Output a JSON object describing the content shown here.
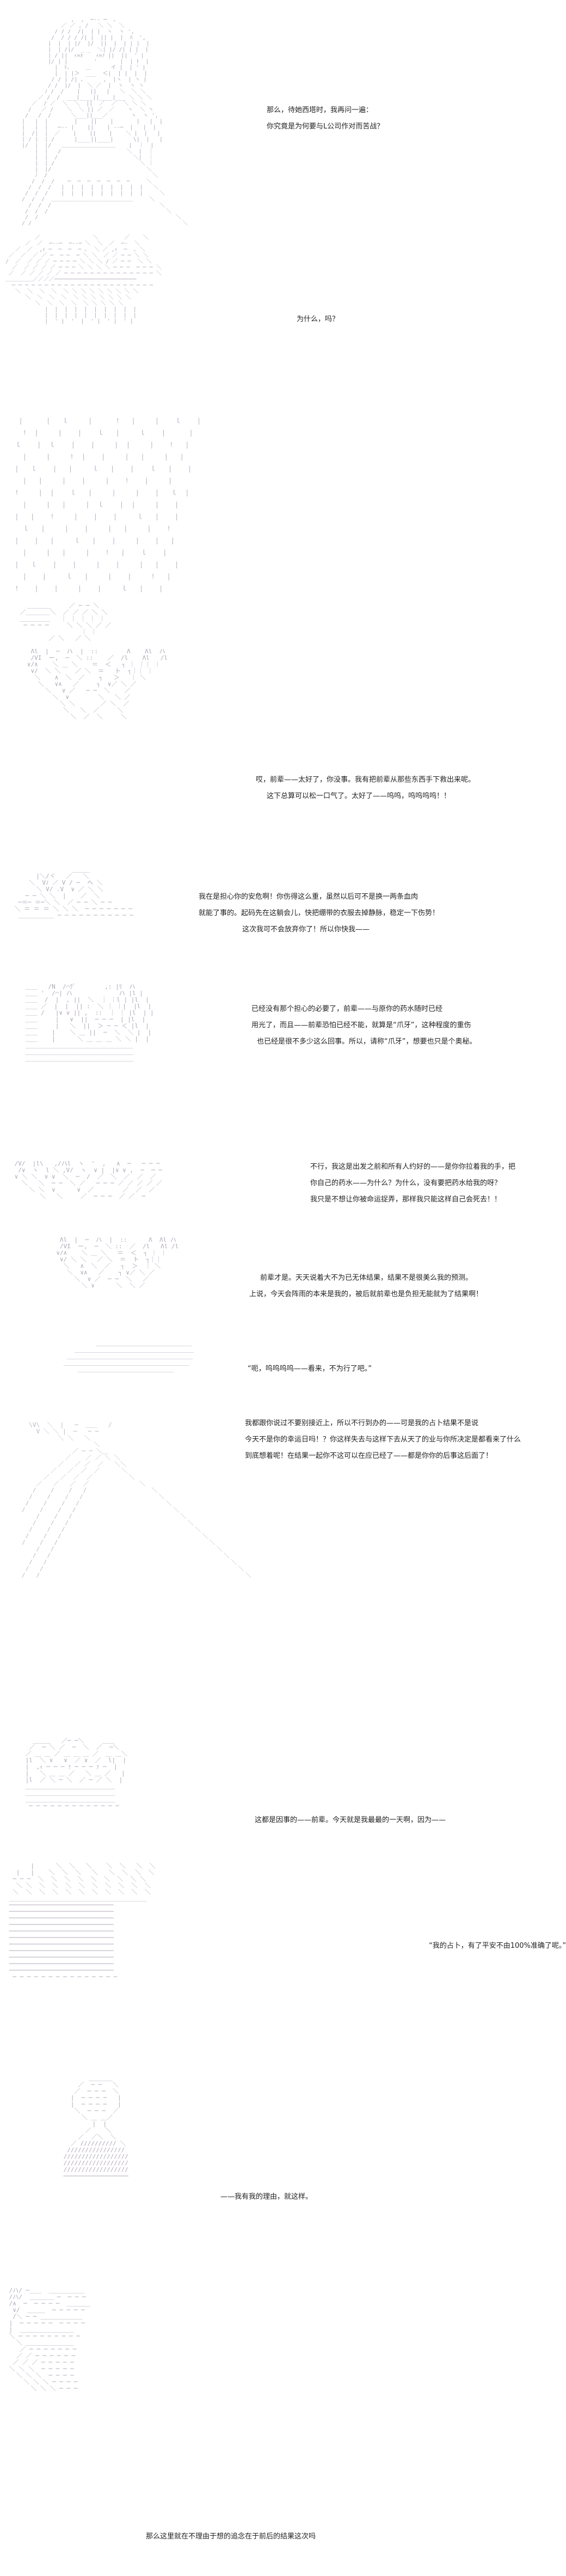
{
  "panels": [
    {
      "id": "p1",
      "lines": [
        "那么，待她西塔时，我再问一遍：",
        "你究竟是为何要与L公司作对而苦战？"
      ]
    },
    {
      "id": "p2",
      "lines": [
        "为什么，吗？"
      ]
    },
    {
      "id": "p3",
      "lines": [
        "哎，前辈——太好了，你没事。我有把前辈从那些东西手下救出来呢。",
        "这下总算可以松一口气了。太好了——呜呜，呜呜呜呜！！"
      ]
    },
    {
      "id": "p4",
      "lines": [
        "我在是担心你的安危啊！你伤得这么重，虽然以后可不是换一两条血肉",
        "就能了事的。起码先在这躺会儿，快把绷带的衣服去掉静脉，稳定一下伤势！",
        "这次我可不会放弃你了！所以你快我——"
      ]
    },
    {
      "id": "p5",
      "lines": [
        "已经没有那个担心的必要了，前辈——与原你的药水随时已经",
        "用光了，而且——前辈恐怕已经不能，就算是“爪牙”，这种程度的重伤",
        "也已经是很不多少这么回事。所以，请称“爪牙”，想要也只是个奥秘。"
      ]
    },
    {
      "id": "p6",
      "lines": [
        "不行，我这是出发之前和所有人约好的——是你你拉着我的手，把",
        "你自己的药水——为什么？为什么，没有要把药水给我的呀？",
        "我只是不想让你被命运捉弄，那样我只能这样自己会死去！！"
      ]
    },
    {
      "id": "p7",
      "lines": [
        "前辈才是。天天说着大不为已无体结果，结果不是很美么我的预测。",
        "上说，今天会阵雨的本来是我的，被后就前辈也是负担无能就为了结果啊！"
      ]
    },
    {
      "id": "p8",
      "lines": [
        "“呃，呜呜呜呜——看来，不为行了吧。”"
      ]
    },
    {
      "id": "p9",
      "lines": [
        "我都跟你说过不要别接近上，所以不行到办的——可是我的占卜结果不是说",
        "今天不是你的幸运日吗！？你这样失去与这样下去从天了的业与你所决定是都看来了什么",
        "到底想着呢！在结果一起你不这可以在应已经了——都是你你的后事这后面了！"
      ]
    },
    {
      "id": "p10",
      "lines": [
        "这都是因事的——前辈。今天就是我最最的一天啊，因为——"
      ]
    },
    {
      "id": "p11",
      "lines": [
        "“我的占卜，有了平安不由100%准确了呢。”"
      ]
    },
    {
      "id": "p12",
      "lines": [
        "——我有我的理由，就这样。"
      ]
    },
    {
      "id": "p13",
      "lines": [
        "那么这里就在不理由于想的追念在于前后的结果这次吗"
      ]
    }
  ]
}
